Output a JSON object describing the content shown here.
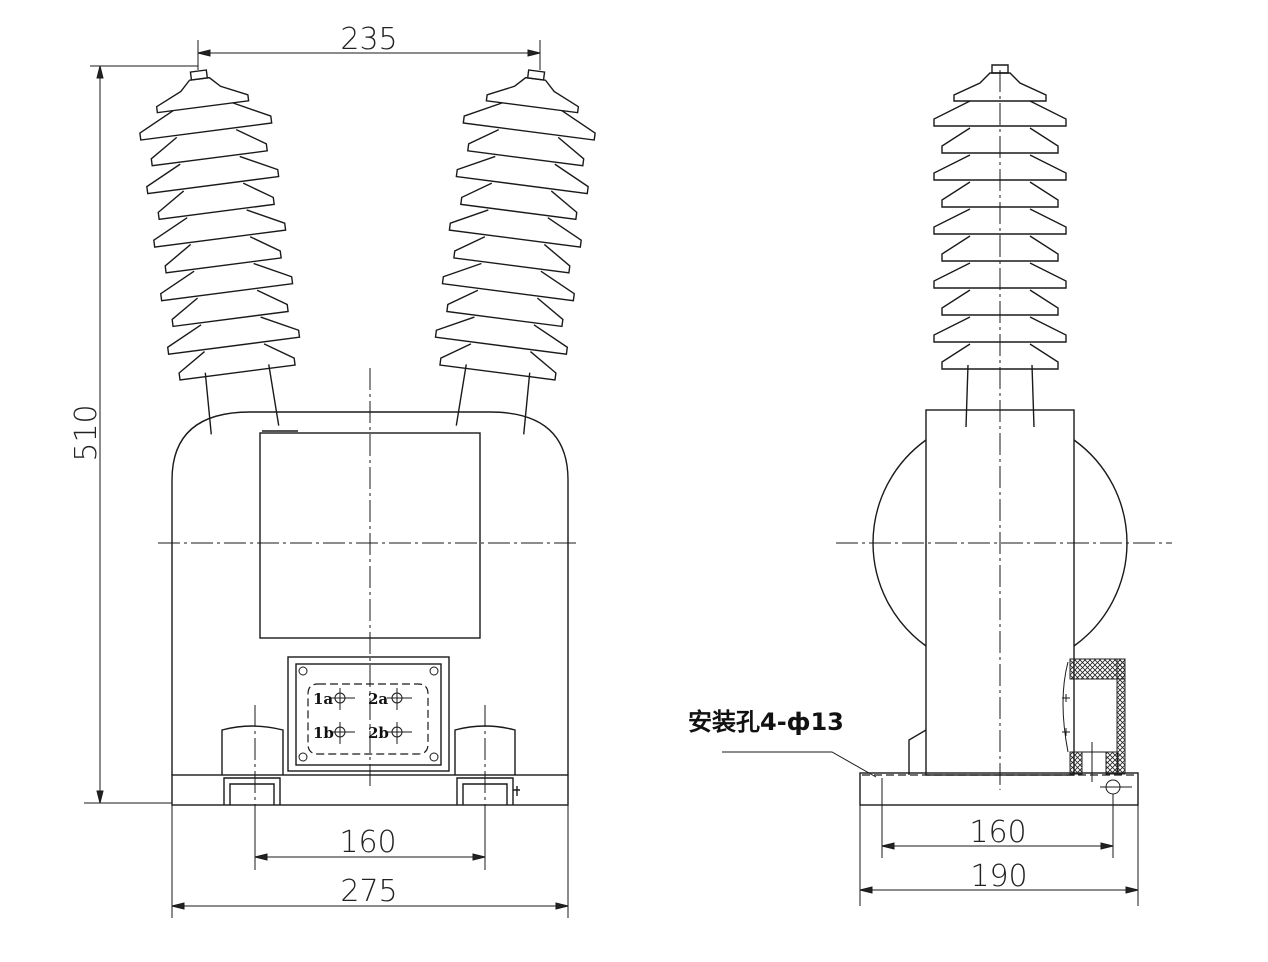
{
  "front_view": {
    "dimensions": {
      "bushing_spacing": "235",
      "height": "510",
      "mount_spacing": "160",
      "width": "275"
    },
    "terminals": [
      "1a",
      "2a",
      "1b",
      "2b"
    ]
  },
  "side_view": {
    "dimensions": {
      "mount_spacing": "160",
      "width": "190"
    },
    "mounting_note": "安装孔4-ф13"
  }
}
